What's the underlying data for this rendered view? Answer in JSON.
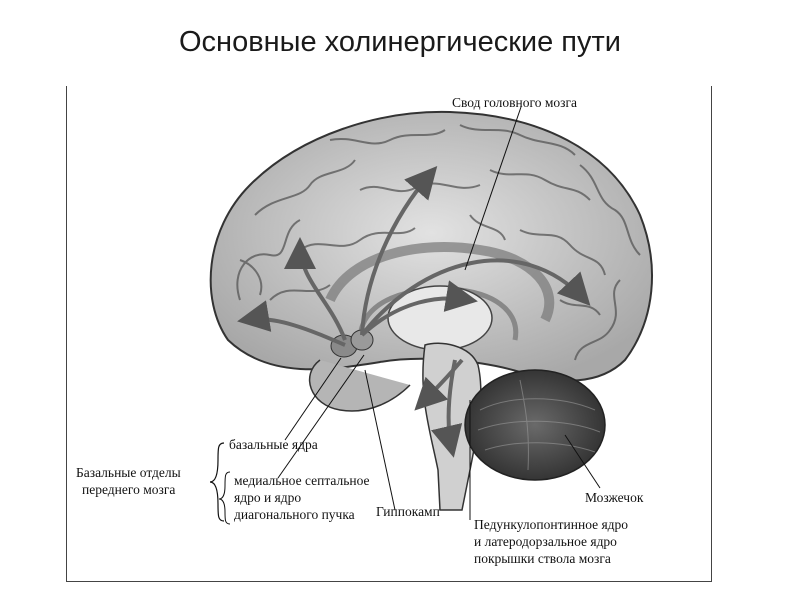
{
  "title": "Основные холинергические пути",
  "labels": {
    "fornix": "Свод головного мозга",
    "basal_nuclei": "базальные ядра",
    "basal_forebrain_line1": "Базальные отделы",
    "basal_forebrain_line2": "переднего мозга",
    "septal_line1": "медиальное септальное",
    "septal_line2": "ядро и ядро",
    "septal_line3": "диагонального пучка",
    "hippocampus": "Гиппокамп",
    "cerebellum": "Мозжечок",
    "brainstem_line1": "Педункулопонтинное ядро",
    "brainstem_line2": "и латеродорзальное ядро",
    "brainstem_line3": "покрышки ствола мозга"
  }
}
